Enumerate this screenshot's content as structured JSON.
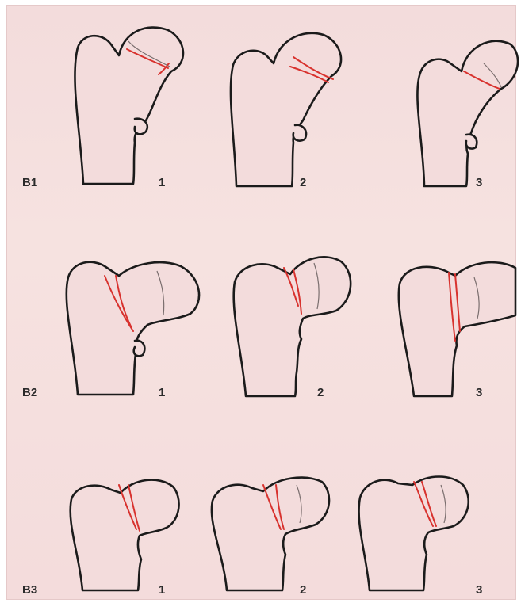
{
  "figure": {
    "rows": [
      {
        "group_label": "B1",
        "subtype_labels": [
          "1",
          "2",
          "3"
        ]
      },
      {
        "group_label": "B2",
        "subtype_labels": [
          "1",
          "2",
          "3"
        ]
      },
      {
        "group_label": "B3",
        "subtype_labels": [
          "1",
          "2",
          "3"
        ]
      }
    ],
    "colors": {
      "background": "#f3dcdc",
      "outline": "#1b1b1b",
      "fracture_line": "#d8322e"
    }
  }
}
